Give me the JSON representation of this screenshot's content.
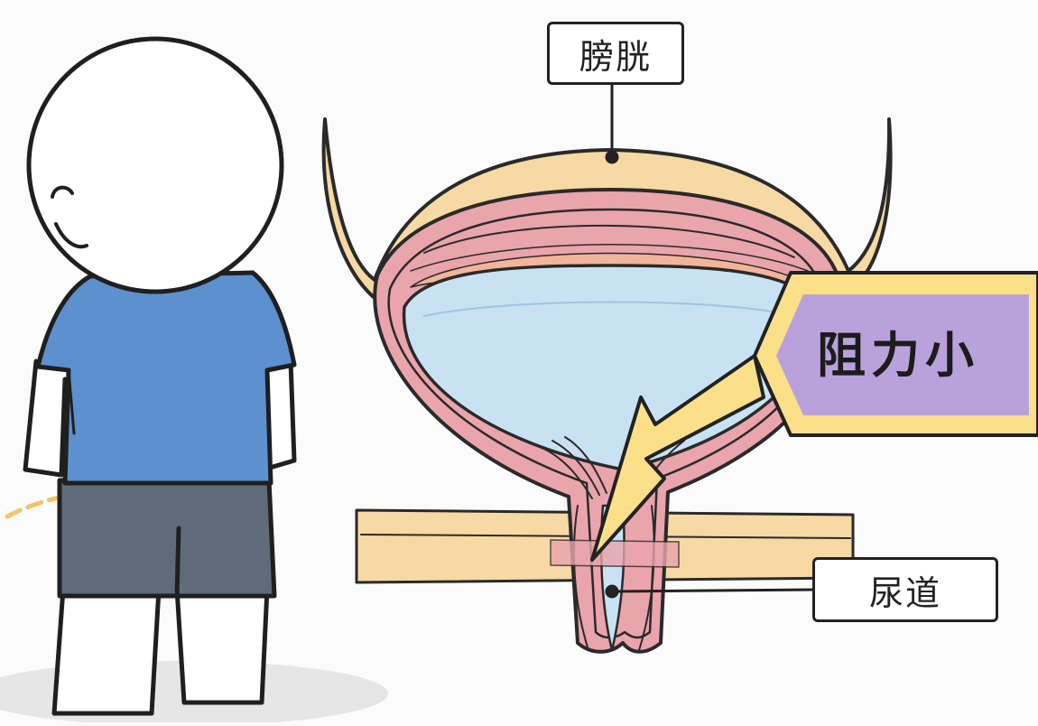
{
  "labels": {
    "bladder": "膀胱",
    "urethra": "尿道",
    "callout": "阻力小"
  },
  "colors": {
    "outline": "#222222",
    "pelvis": "#f7d9a3",
    "bladder_wall": "#eaa4ac",
    "urine": "#c9e2f3",
    "shirt": "#5c90cf",
    "shorts": "#5f6b78",
    "callout_frame": "#fbe089",
    "callout_fill": "#b9a2dc"
  },
  "icons": [
    "cartoon-person",
    "bladder-diagram",
    "arrow-icon"
  ]
}
